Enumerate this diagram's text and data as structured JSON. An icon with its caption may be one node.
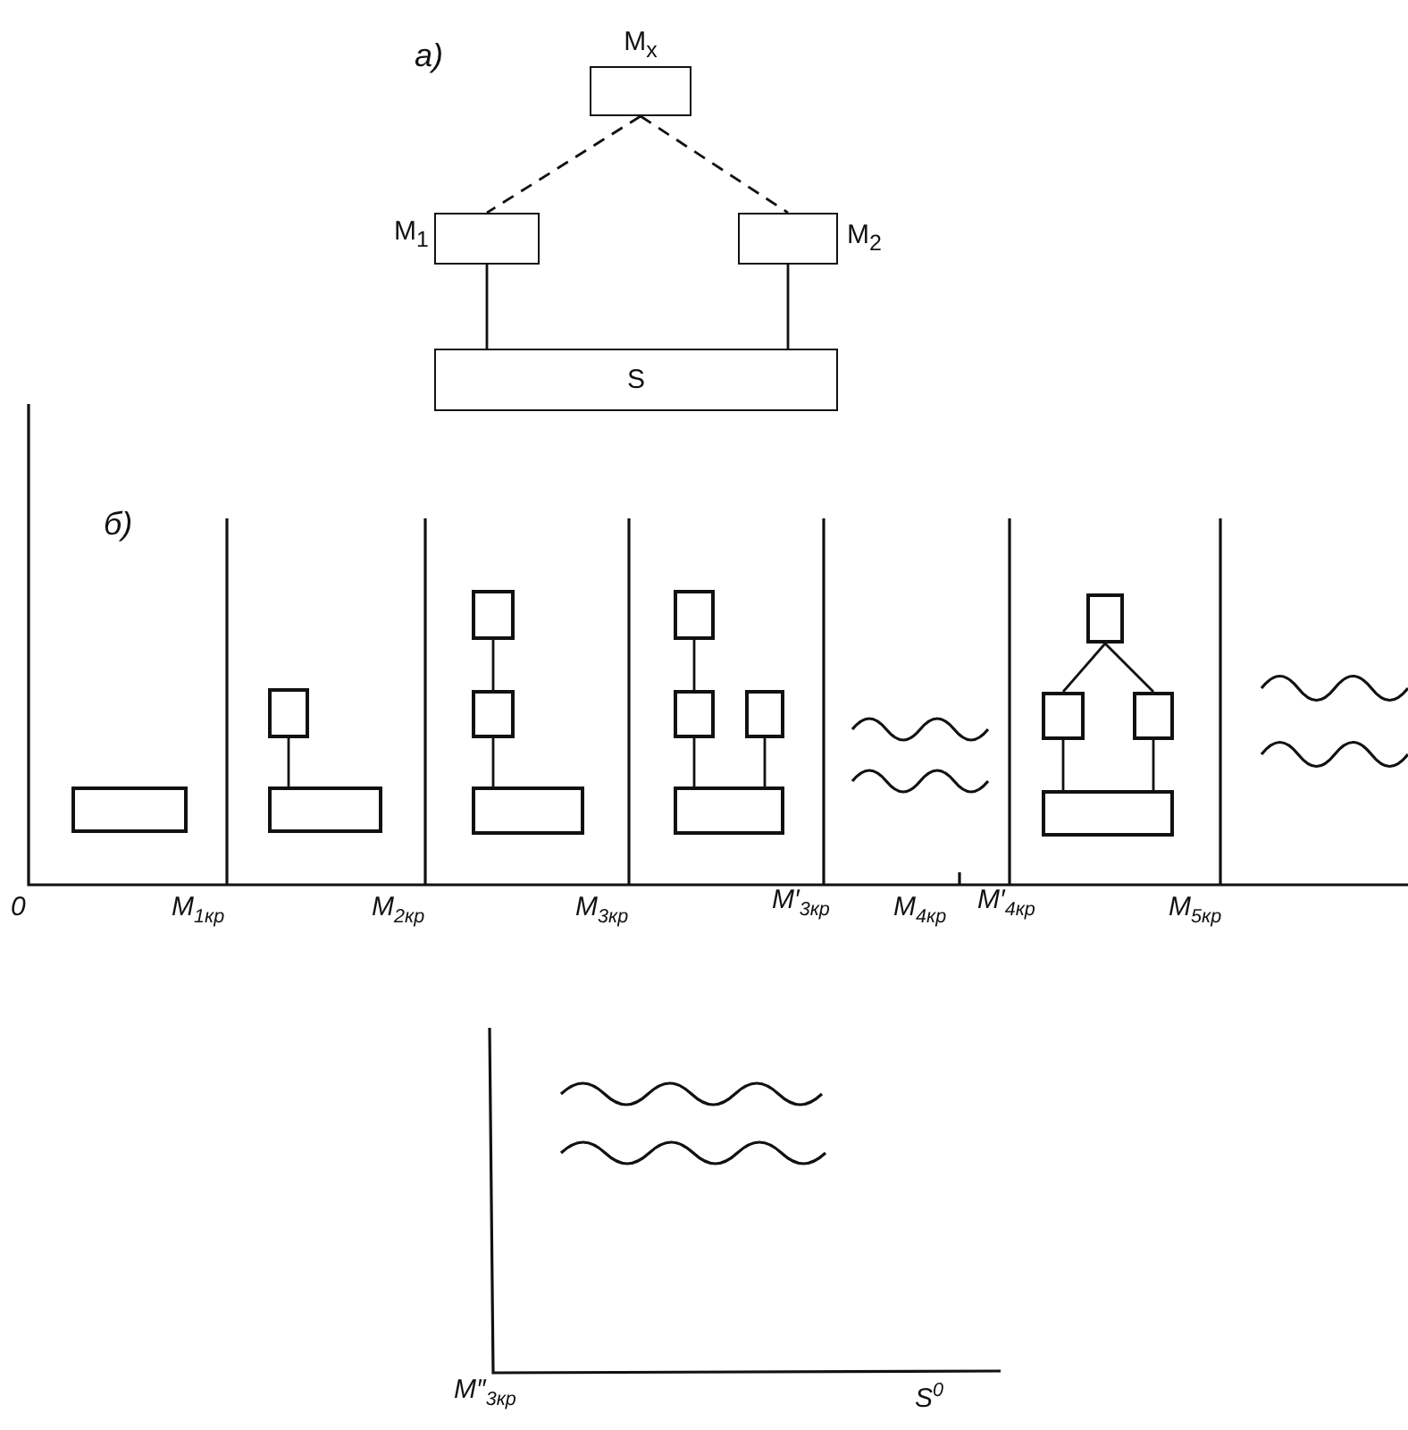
{
  "diagram": {
    "nodes": [
      {
        "text": [
          "M$_{x}$"
        ]
      },
      {
        "text": [
          "M$_{1}$"
        ]
      },
      {
        "text": [
          "M$_{2}$"
        ]
      },
      {
        "text": [
          "S"
        ]
      },
      {
        "text": [],
        "shape": "box"
      },
      {
        "text": [],
        "shape": "box"
      },
      {
        "text": [],
        "shape": "box"
      },
      {
        "text": [],
        "shape": "box"
      },
      {
        "text": [],
        "shape": "box"
      },
      {
        "text": [],
        "shape": "box"
      },
      {
        "text": [],
        "shape": "box"
      },
      {
        "text": [],
        "shape": "box"
      },
      {
        "text": [],
        "shape": "box"
      },
      {
        "text": [],
        "shape": "box"
      },
      {
        "text": [],
        "shape": "box"
      },
      {
        "text": [],
        "shape": "box"
      },
      {
        "text": [],
        "shape": "box"
      },
      {
        "text": [],
        "shape": "box"
      }
    ],
    "edges": [
      {
        "from": 0,
        "to": 1,
        "arrow": "none",
        "style": "dashed"
      },
      {
        "from": 0,
        "to": 2,
        "arrow": "none",
        "style": "dashed"
      },
      {
        "from": 1,
        "to": 3,
        "arrow": "none"
      },
      {
        "from": 2,
        "to": 3,
        "arrow": "none"
      },
      {
        "from": 5,
        "to": 6,
        "arrow": "none"
      },
      {
        "from": 7,
        "to": 8,
        "arrow": "none"
      },
      {
        "from": 8,
        "to": 9,
        "arrow": "none"
      },
      {
        "from": 10,
        "to": 11,
        "arrow": "none"
      },
      {
        "from": 11,
        "to": 13,
        "arrow": "none"
      },
      {
        "from": 12,
        "to": 13,
        "arrow": "none"
      },
      {
        "from": 14,
        "to": 15,
        "arrow": "none"
      },
      {
        "from": 14,
        "to": 16,
        "arrow": "none"
      },
      {
        "from": 15,
        "to": 17,
        "arrow": "none"
      },
      {
        "from": 16,
        "to": 17,
        "arrow": "none"
      }
    ],
    "labels": [
      "а)",
      "б)",
      "0",
      "M$_{1кр}$",
      "M$_{2кр}$",
      "M$_{3кр}$",
      "M′$_{3кр}$",
      "M$_{4кр}$",
      "M′$_{4кр}$",
      "M$_{5кр}$",
      "M″$_{3кр}$",
      "S$^{0}$"
    ]
  }
}
